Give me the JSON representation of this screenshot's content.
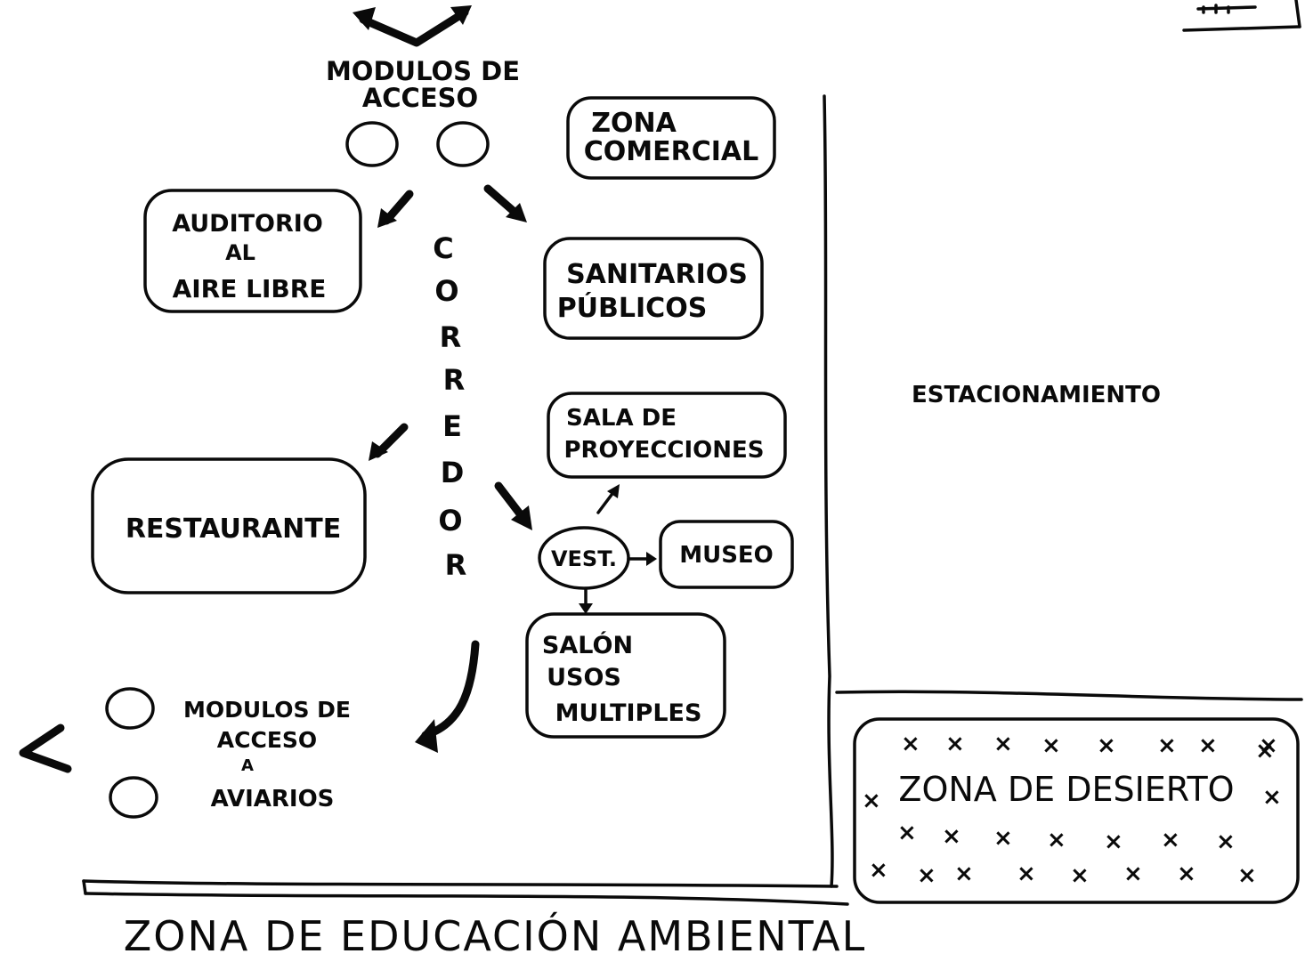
{
  "diagram": {
    "entry_modules_label": [
      "MODULOS DE",
      "ACCESO"
    ],
    "commercial_zone": [
      "ZONA",
      "COMERCIAL"
    ],
    "auditorium": [
      "AUDITORIO",
      "AL",
      "AIRE LIBRE"
    ],
    "corridor_letters": [
      "C",
      "O",
      "R",
      "R",
      "E",
      "D",
      "O",
      "R"
    ],
    "public_restrooms": [
      "SANITARIOS",
      "PÚBLICOS"
    ],
    "projection_room": [
      "SALA DE",
      "PROYECCIONES"
    ],
    "restaurant": "RESTAURANTE",
    "vestibule": "VEST.",
    "museum": "MUSEO",
    "multipurpose_hall": [
      "SALÓN",
      "USOS",
      "MULTIPLES"
    ],
    "aviary_access": [
      "MODULOS DE",
      "ACCESO",
      "A",
      "AVIARIOS"
    ],
    "parking": "ESTACIONAMIENTO",
    "desert_zone": "ZONA DE DESIERTO",
    "desert_marks": [
      "×",
      "×",
      "×",
      "×",
      "×",
      "×",
      "×",
      "×",
      "×",
      "×",
      "×",
      "×",
      "×",
      "×",
      "×",
      "×",
      "×",
      "×",
      "×",
      "×",
      "×",
      "×",
      "×",
      "×",
      "×",
      "×"
    ],
    "environmental_zone": "ZONA DE EDUCACIÓN AMBIENTAL"
  }
}
